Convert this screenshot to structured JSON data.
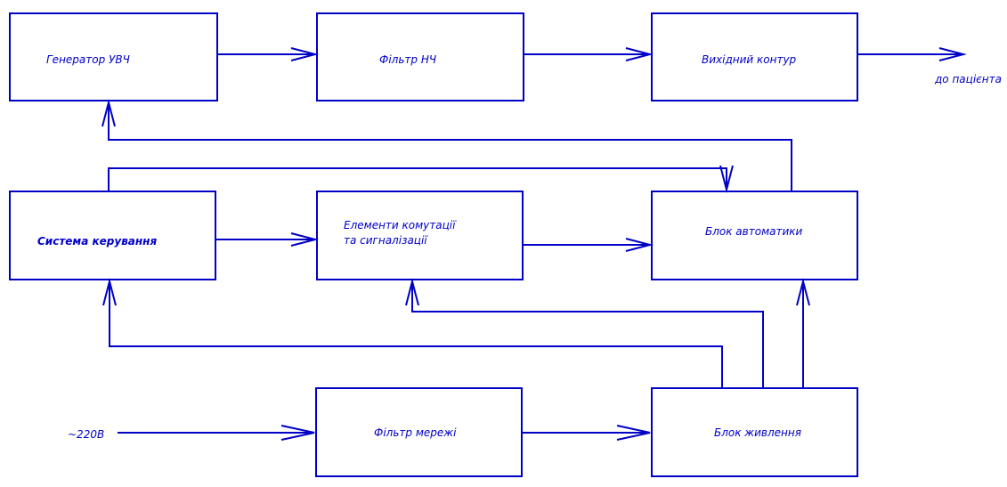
{
  "diagram": {
    "color": "#0000c8",
    "blocks": {
      "generator": "Генератор УВЧ",
      "lowpass_filter": "Фільтр НЧ",
      "output_circuit": "Вихідний контур",
      "control_system": "Система керування",
      "switching_line1": "Елементи комутації",
      "switching_line2": "та сигналізації",
      "automation": "Блок автоматики",
      "mains_filter": "Фільтр мережі",
      "power_supply": "Блок живлення"
    },
    "labels": {
      "to_patient": "до пацієнта",
      "mains_input": "~220В"
    }
  }
}
